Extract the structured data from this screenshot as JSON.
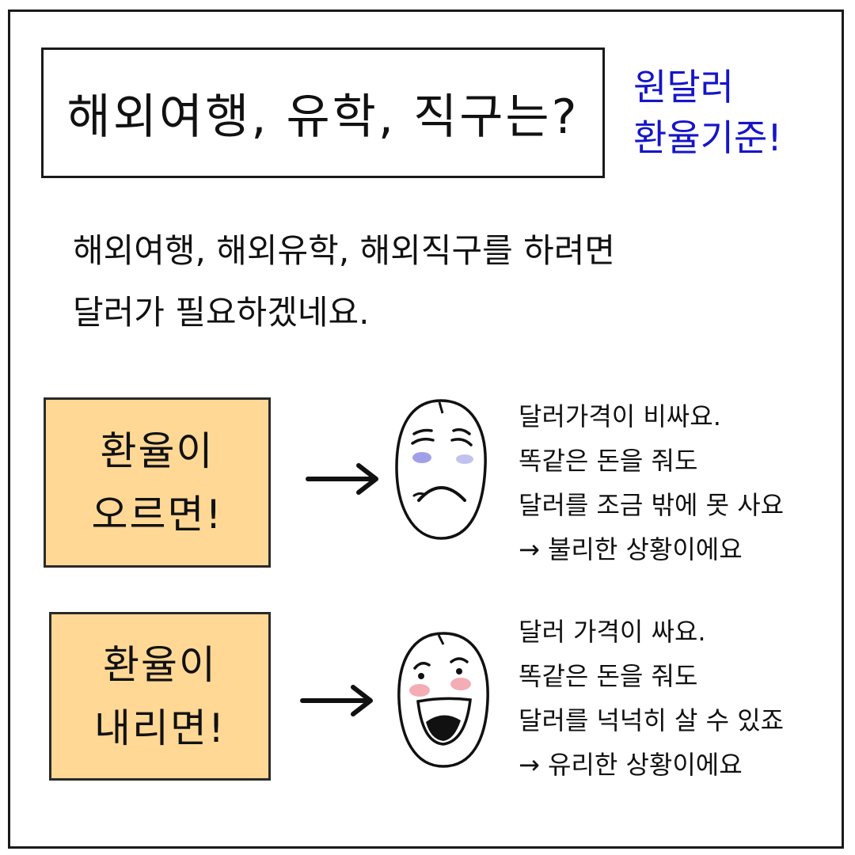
{
  "title": "해외여행, 유학, 직구는?",
  "side_note": [
    "원달러",
    "환율기준!"
  ],
  "intro": [
    "해외여행, 해외유학, 해외직구를 하려면",
    "달러가 필요하겠네요."
  ],
  "rise": {
    "panel": [
      "환율이",
      "오르면!"
    ],
    "face": "sad-face-icon",
    "lines": [
      "달러가격이 비싸요.",
      "똑같은 돈을 줘도",
      "달러를 조금 밖에 못 사요",
      "→ 불리한 상황이에요"
    ]
  },
  "fall": {
    "panel": [
      "환율이",
      "내리면!"
    ],
    "face": "laughing-face-icon",
    "lines": [
      "달러 가격이 싸요.",
      "똑같은 돈을 줘도",
      "달러를 넉넉히 살 수 있죠",
      "→ 유리한 상황이에요"
    ]
  },
  "colors": {
    "panel_fill": "#ffd895",
    "side_note_text": "#1515c8",
    "cheek_blue": "#8f8fe6",
    "cheek_pink": "#f3a3ad"
  }
}
